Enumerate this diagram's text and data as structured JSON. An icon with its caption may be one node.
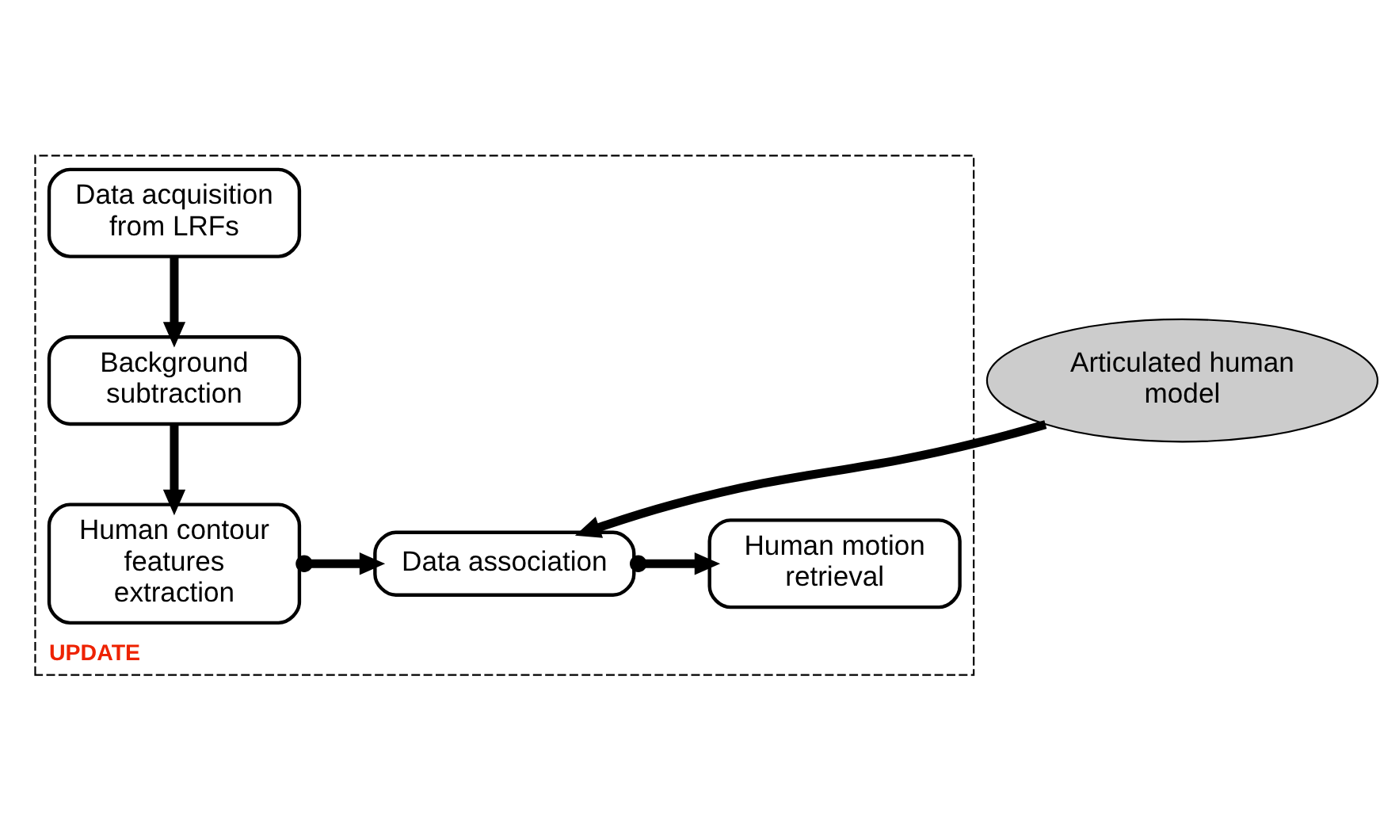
{
  "diagram": {
    "nodes": [
      {
        "text": [
          "UPDATE"
        ]
      },
      {
        "text": [
          "Data acquisition from LRFs"
        ],
        "in": 0
      },
      {
        "text": [
          "Background subtraction"
        ],
        "in": 0
      },
      {
        "text": [
          "Human contour features extraction"
        ],
        "in": 0
      },
      {
        "text": [
          "Articulated human model"
        ]
      },
      {
        "text": [
          "Data association"
        ],
        "in": 0
      },
      {
        "text": [
          "Human motion retrieval"
        ],
        "in": 0
      }
    ],
    "edges": [
      {
        "from": 1,
        "to": 2,
        "arrow": "to"
      },
      {
        "from": 2,
        "to": 3,
        "arrow": "to"
      },
      {
        "from": 3,
        "to": 5,
        "arrow": "to"
      },
      {
        "from": 4,
        "to": 5,
        "arrow": "to"
      },
      {
        "from": 5,
        "to": 6,
        "arrow": "to"
      }
    ]
  }
}
